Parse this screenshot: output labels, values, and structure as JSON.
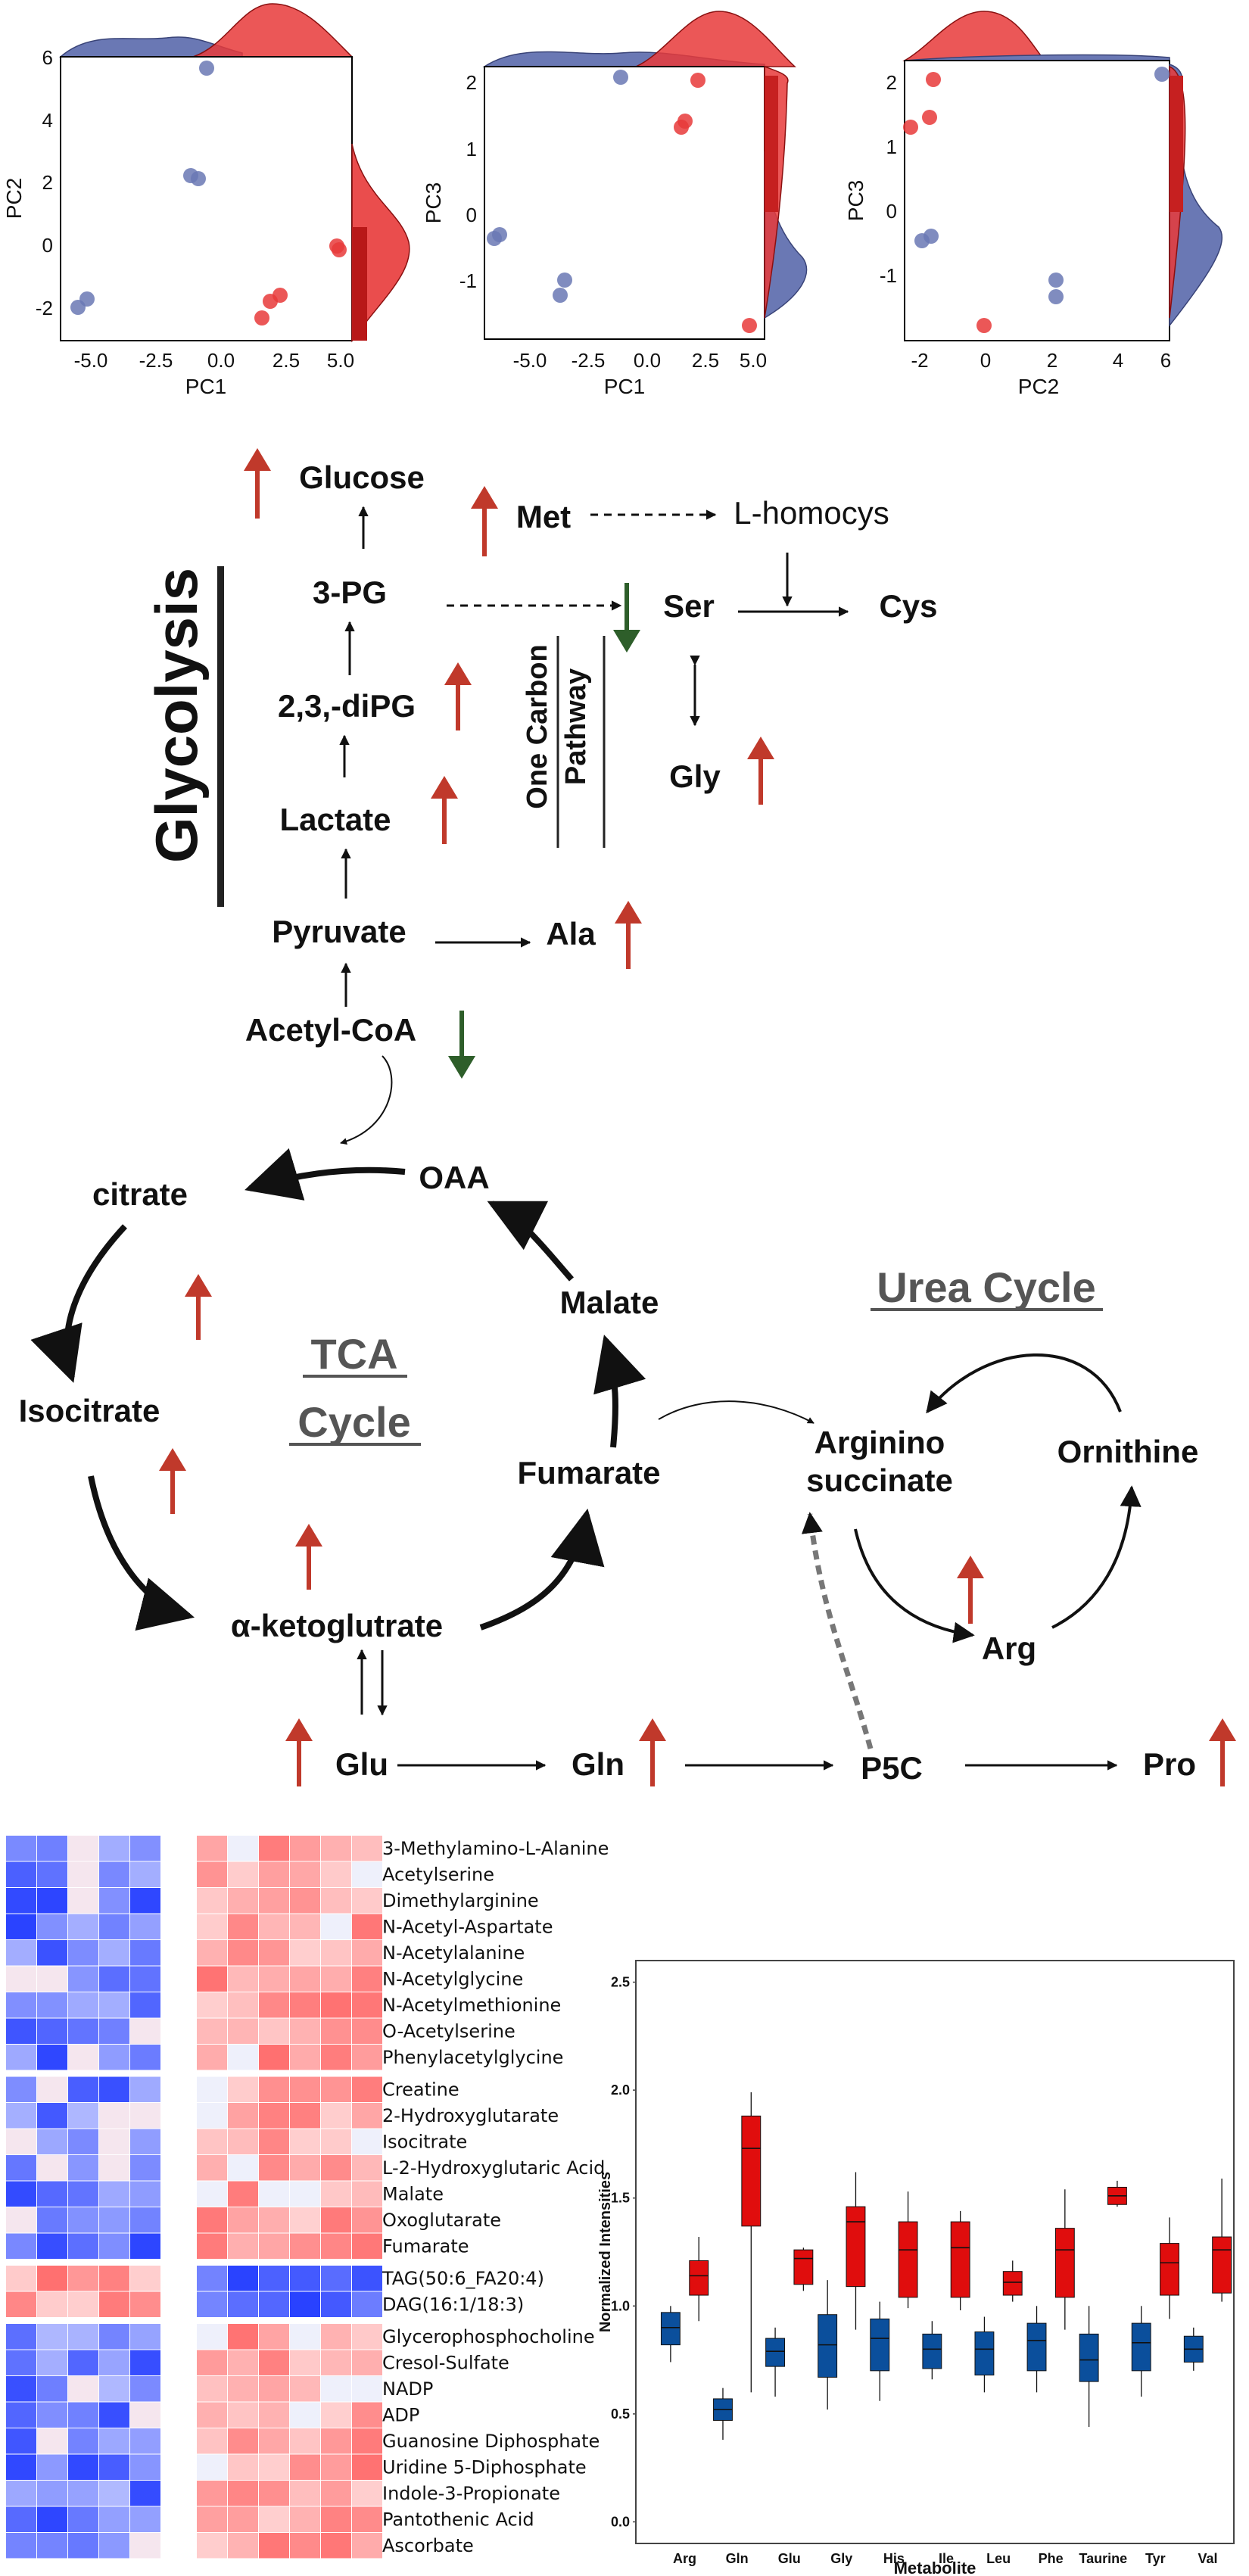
{
  "pca": {
    "panels": [
      {
        "xlabel": "PC1",
        "ylabel": "PC2",
        "xticks": [
          "-5.0",
          "-2.5",
          "0.0",
          "2.5",
          "5.0"
        ],
        "yticks": [
          "6",
          "4",
          "2",
          "0",
          "-2"
        ]
      },
      {
        "xlabel": "PC1",
        "ylabel": "PC3",
        "xticks": [
          "-5.0",
          "-2.5",
          "0.0",
          "2.5",
          "5.0"
        ],
        "yticks": [
          "2",
          "1",
          "0",
          "-1"
        ]
      },
      {
        "xlabel": "PC2",
        "ylabel": "PC3",
        "xticks": [
          "-2",
          "0",
          "2",
          "4",
          "6"
        ],
        "yticks": [
          "2",
          "1",
          "0",
          "-1"
        ]
      }
    ],
    "colors": {
      "group_a": "#6a78b4",
      "group_b": "#e83a3a"
    }
  },
  "pathway": {
    "section_glycolysis": "Glycolysis",
    "section_one_carbon": [
      "One Carbon",
      "Pathway"
    ],
    "section_tca": [
      "TCA",
      "Cycle"
    ],
    "section_urea": "Urea Cycle",
    "metabolites": {
      "glucose": "Glucose",
      "met": "Met",
      "homocys": "L-homocys",
      "pg3": "3-PG",
      "ser": "Ser",
      "cys": "Cys",
      "dipg": "2,3,-diPG",
      "gly": "Gly",
      "lactate": "Lactate",
      "pyruvate": "Pyruvate",
      "ala": "Ala",
      "acetylcoa": "Acetyl-CoA",
      "citrate": "citrate",
      "oaa": "OAA",
      "malate": "Malate",
      "isocitrate": "Isocitrate",
      "fumarate": "Fumarate",
      "arginino1": "Arginino",
      "arginino2": "succinate",
      "ornithine": "Ornithine",
      "akg": "α-ketoglutrate",
      "arg": "Arg",
      "glu": "Glu",
      "gln": "Gln",
      "p5c": "P5C",
      "pro": "Pro"
    },
    "colors": {
      "up": "#c0392b",
      "down": "#2e5e2a",
      "section_underline": "#555555"
    }
  },
  "heatmap": {
    "groups": [
      [
        "3-Methylamino-L-Alanine",
        "Acetylserine",
        "Dimethylarginine",
        "N-Acetyl-Aspartate",
        "N-Acetylalanine",
        "N-Acetylglycine",
        "N-Acetylmethionine",
        "O-Acetylserine",
        "Phenylacetylglycine"
      ],
      [
        "Creatine",
        "2-Hydroxyglutarate",
        "Isocitrate",
        "L-2-Hydroxyglutaric Acid",
        "Malate",
        "Oxoglutarate",
        "Fumarate"
      ],
      [
        "TAG(50:6_FA20:4)",
        "DAG(16:1/18:3)"
      ],
      [
        "Glycerophosphocholine",
        "Cresol-Sulfate",
        "NADP",
        "ADP",
        "Guanosine Diphosphate",
        "Uridine 5-Diphosphate",
        "Indole-3-Propionate",
        "Pantothenic Acid",
        "Ascorbate"
      ]
    ]
  },
  "chart_data": {
    "type": "box",
    "xlabel": "Metabolite",
    "ylabel": "Normalized Intensities",
    "ylim": [
      -0.1,
      2.6
    ],
    "yticks": [
      "0.0",
      "0.5",
      "1.0",
      "1.5",
      "2.0",
      "2.5"
    ],
    "categories": [
      "Arg",
      "Gln",
      "Glu",
      "Gly",
      "His",
      "Ile",
      "Leu",
      "Phe",
      "Taurine",
      "Tyr",
      "Val"
    ],
    "series": [
      {
        "color": "#0b4f9c",
        "boxes": [
          {
            "min": 0.74,
            "q1": 0.82,
            "median": 0.9,
            "q3": 0.97,
            "max": 1.0
          },
          {
            "min": 0.38,
            "q1": 0.47,
            "median": 0.52,
            "q3": 0.57,
            "max": 0.62
          },
          {
            "min": 0.58,
            "q1": 0.72,
            "median": 0.79,
            "q3": 0.85,
            "max": 0.9
          },
          {
            "min": 0.52,
            "q1": 0.67,
            "median": 0.82,
            "q3": 0.96,
            "max": 1.12
          },
          {
            "min": 0.56,
            "q1": 0.7,
            "median": 0.85,
            "q3": 0.94,
            "max": 1.02
          },
          {
            "min": 0.66,
            "q1": 0.71,
            "median": 0.8,
            "q3": 0.87,
            "max": 0.93
          },
          {
            "min": 0.6,
            "q1": 0.68,
            "median": 0.8,
            "q3": 0.88,
            "max": 0.95
          },
          {
            "min": 0.6,
            "q1": 0.7,
            "median": 0.84,
            "q3": 0.92,
            "max": 1.0
          },
          {
            "min": 0.44,
            "q1": 0.65,
            "median": 0.75,
            "q3": 0.87,
            "max": 1.0
          },
          {
            "min": 0.58,
            "q1": 0.7,
            "median": 0.83,
            "q3": 0.92,
            "max": 1.0
          },
          {
            "min": 0.7,
            "q1": 0.74,
            "median": 0.8,
            "q3": 0.86,
            "max": 0.9
          }
        ]
      },
      {
        "color": "#e00d0d",
        "boxes": [
          {
            "min": 0.93,
            "q1": 1.05,
            "median": 1.14,
            "q3": 1.21,
            "max": 1.32
          },
          {
            "min": 0.6,
            "q1": 1.37,
            "median": 1.73,
            "q3": 1.88,
            "max": 1.99
          },
          {
            "min": 1.07,
            "q1": 1.1,
            "median": 1.22,
            "q3": 1.26,
            "max": 1.27
          },
          {
            "min": 0.89,
            "q1": 1.09,
            "median": 1.39,
            "q3": 1.46,
            "max": 1.62
          },
          {
            "min": 0.99,
            "q1": 1.04,
            "median": 1.26,
            "q3": 1.39,
            "max": 1.53
          },
          {
            "min": 0.98,
            "q1": 1.04,
            "median": 1.27,
            "q3": 1.39,
            "max": 1.44
          },
          {
            "min": 1.02,
            "q1": 1.05,
            "median": 1.11,
            "q3": 1.16,
            "max": 1.21
          },
          {
            "min": 0.89,
            "q1": 1.04,
            "median": 1.26,
            "q3": 1.36,
            "max": 1.54
          },
          {
            "min": 1.46,
            "q1": 1.47,
            "median": 1.51,
            "q3": 1.55,
            "max": 1.58
          },
          {
            "min": 0.94,
            "q1": 1.05,
            "median": 1.2,
            "q3": 1.29,
            "max": 1.41
          },
          {
            "min": 1.02,
            "q1": 1.06,
            "median": 1.26,
            "q3": 1.32,
            "max": 1.59
          }
        ]
      }
    ]
  }
}
